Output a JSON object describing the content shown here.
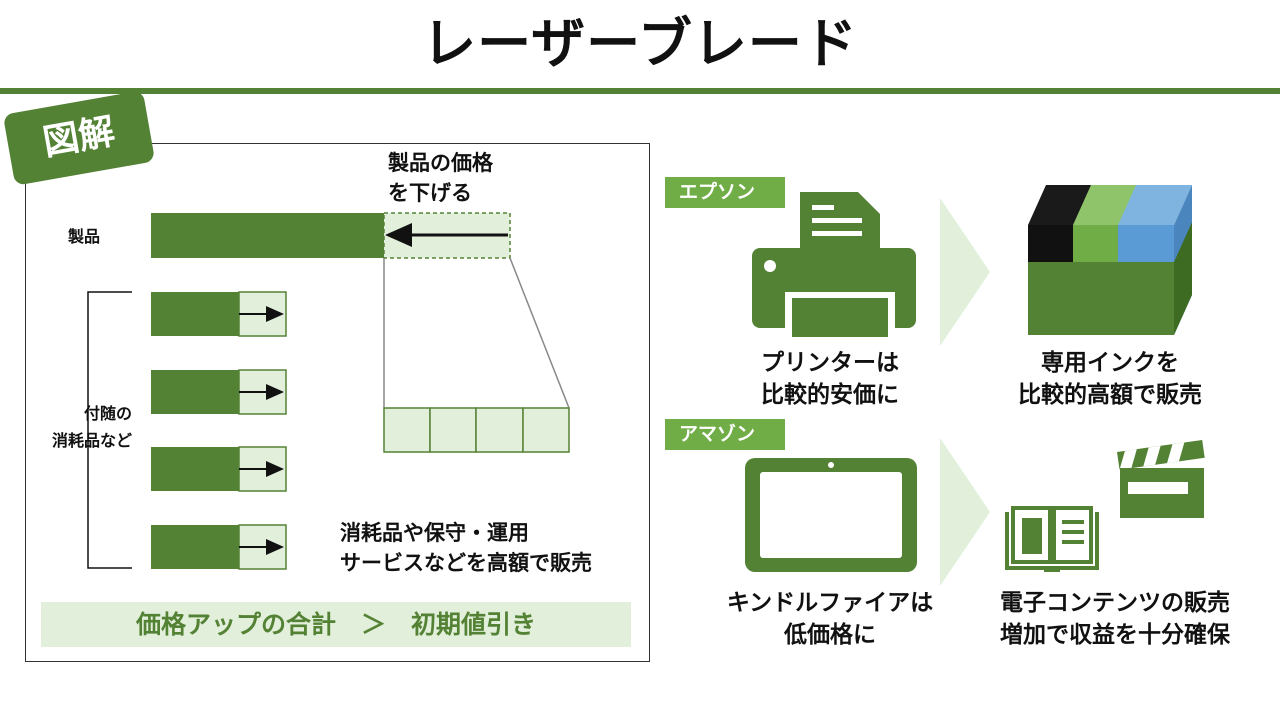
{
  "title": "レーザーブレード",
  "badge": "図解",
  "diagram": {
    "product_label": "製品",
    "price_drop_line1": "製品の価格",
    "price_drop_line2": "を下げる",
    "accessory_line1": "付随の",
    "accessory_line2": "消耗品など",
    "high_price_line1": "消耗品や保守・運用",
    "high_price_line2": "サービスなどを高額で販売",
    "summary": "価格アップの合計　＞　初期値引き"
  },
  "epson": {
    "tag": "エプソン",
    "printer_line1": "プリンターは",
    "printer_line2": "比較的安価に",
    "ink_line1": "専用インクを",
    "ink_line2": "比較的高額で販売",
    "printer_icon": "printer-icon",
    "ink_icon": "ink-cartridges-icon"
  },
  "amazon": {
    "tag": "アマゾン",
    "kindle_line1": "キンドルファイアは",
    "kindle_line2": "低価格に",
    "content_line1": "電子コンテンツの販売",
    "content_line2": "増加で収益を十分確保",
    "tablet_icon": "tablet-icon",
    "book_icon": "ebook-icon",
    "clapper_icon": "clapperboard-icon"
  },
  "colors": {
    "dark_green": "#548235",
    "mid_green": "#70ad47",
    "light_green": "#e2efda",
    "ink_black": "#111111",
    "ink_blue": "#5b9bd5"
  }
}
